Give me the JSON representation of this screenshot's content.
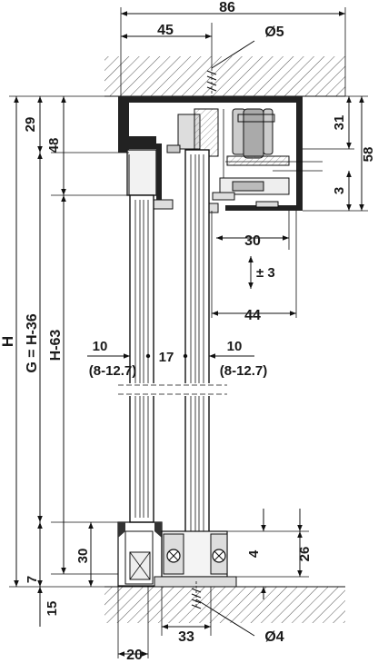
{
  "dimensions": {
    "top_width": "86",
    "half_width": "45",
    "screw_top": "Ø5",
    "track_height": "29",
    "panel_offset": "48",
    "roller_height": "31",
    "track_full_height": "58",
    "gap_small": "3",
    "rail_width": "30",
    "adjust": "± 3",
    "carrier_width": "44",
    "overall_height": "H",
    "g_height": "G = H-36",
    "panel_height": "H-63",
    "glass_left": "10",
    "glass_left_range": "(8-12.7)",
    "center_spacing": "17",
    "glass_right": "10",
    "glass_right_range": "(8-12.7)",
    "guide_height": "30",
    "floor_gap": "7",
    "floor_depth": "15",
    "guide_small": "4",
    "guide_right_height": "26",
    "guide_width": "33",
    "screw_bottom": "Ø4",
    "bottom_width": "20"
  }
}
